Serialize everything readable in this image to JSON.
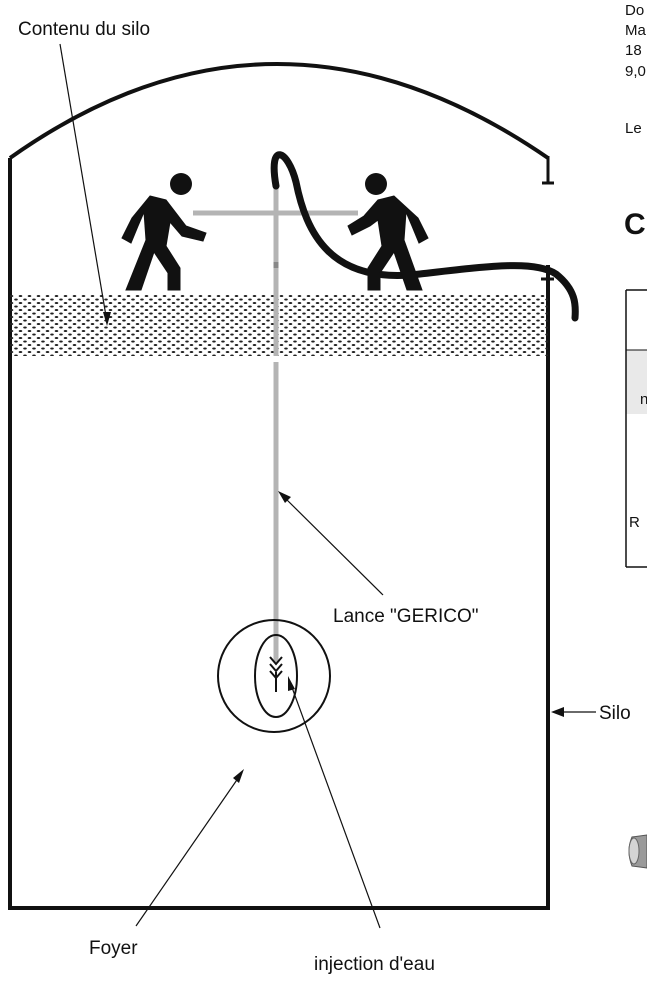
{
  "diagram": {
    "labels": {
      "contents": "Contenu du silo",
      "lance": "Lance \"GERICO\"",
      "silo": "Silo",
      "foyer": "Foyer",
      "water": "injection d'eau"
    },
    "side_text_fragments": [
      "Do",
      "Ma",
      "18",
      "9,0",
      "Le"
    ],
    "side_heading_fragment": "C",
    "table_fragments": [
      "n",
      "R"
    ]
  },
  "colors": {
    "line": "#111111",
    "lance": "#b4b4b4",
    "table_shade": "#e9e9e9"
  }
}
